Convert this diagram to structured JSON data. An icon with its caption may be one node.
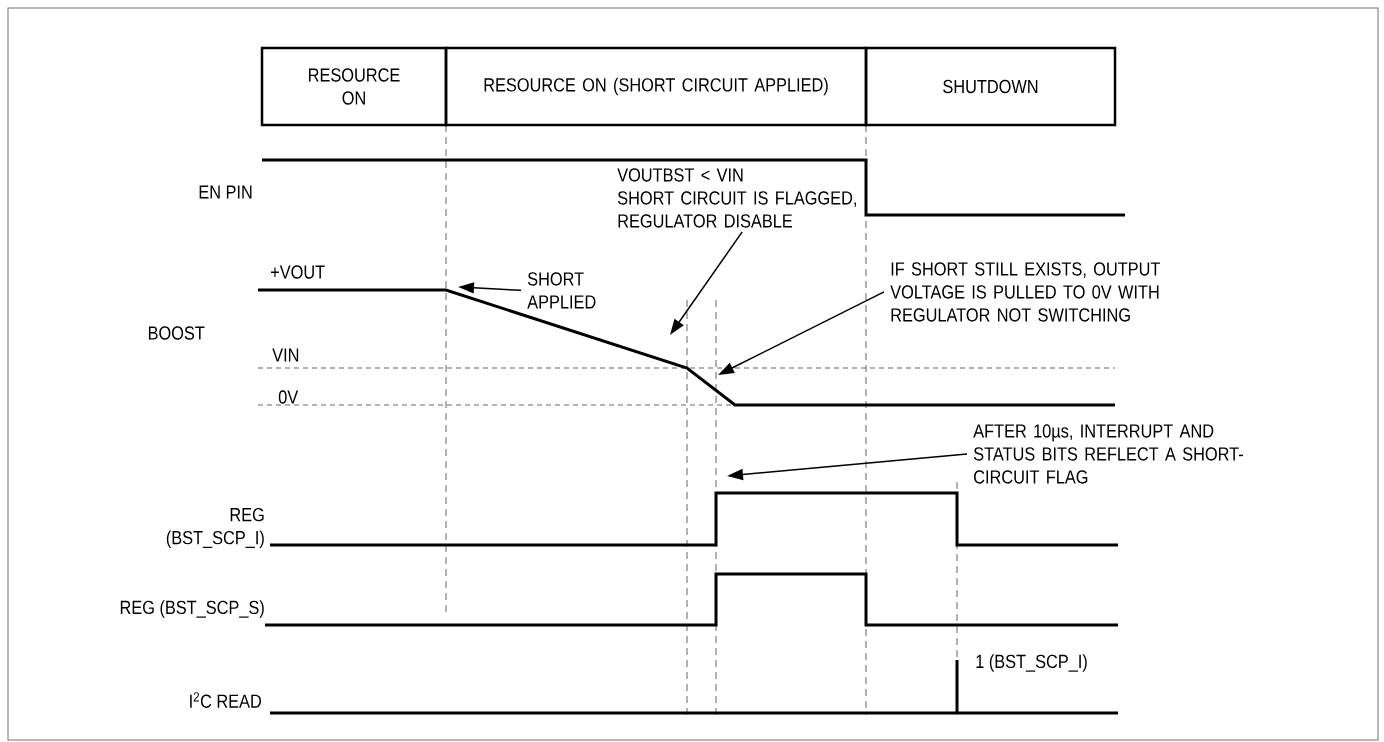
{
  "diagram": {
    "nodes": [
      {
        "text": [
          "RESOURCE ON"
        ]
      },
      {
        "text": [
          "RESOURCE ON (SHORT CIRCUIT APPLIED)"
        ]
      },
      {
        "text": [
          "SHUTDOWN"
        ]
      },
      {
        "text": [
          "SHORT APPLIED"
        ]
      },
      {
        "text": [
          "VOUTBST < VIN",
          "SHORT CIRCUIT IS FLAGGED, REGULATOR DISABLE"
        ]
      },
      {
        "text": [
          "IF SHORT STILL EXISTS, OUTPUT VOLTAGE IS PULLED TO 0V WITH REGULATOR NOT SWITCHING"
        ]
      },
      {
        "text": [
          "AFTER 10µs, INTERRUPT AND STATUS BITS REFLECT A SHORT-CIRCUIT FLAG"
        ]
      },
      {
        "text": [],
        "shape": "waveform"
      },
      {
        "text": [],
        "shape": "waveform"
      }
    ],
    "edges": [
      {
        "from": 3,
        "to": 7,
        "arrow": "to"
      },
      {
        "from": 4,
        "to": 7,
        "arrow": "to"
      },
      {
        "from": 5,
        "to": 7,
        "arrow": "to"
      },
      {
        "from": 6,
        "to": 8,
        "arrow": "to"
      }
    ],
    "labels": [
      "EN PIN",
      "+VOUT",
      "BOOST",
      "VIN",
      "0V",
      "REG (BST_SCP_I)",
      "REG (BST_SCP_S)",
      "1 (BST_SCP_I)",
      "I$^{2}$C READ"
    ]
  }
}
